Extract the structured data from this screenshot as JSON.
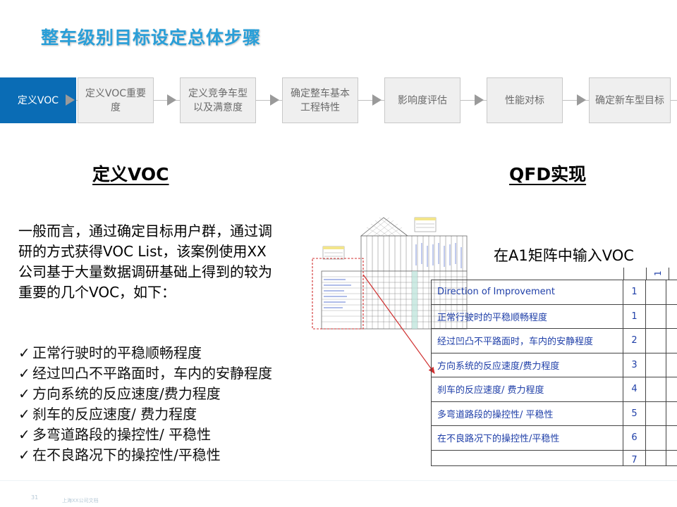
{
  "title": "整车级别目标设定总体步骤",
  "steps": [
    {
      "label": "定义VOC"
    },
    {
      "label": "定义VOC重要度"
    },
    {
      "label": "定义竞争车型以及满意度"
    },
    {
      "label": "确定整车基本工程特性"
    },
    {
      "label": "影响度评估"
    },
    {
      "label": "性能对标"
    },
    {
      "label": "确定新车型目标"
    }
  ],
  "left_heading": "定义VOC",
  "right_heading": "QFD实现",
  "intro": "一般而言，通过确定目标用户群，通过调研的方式获得VOC List，该案例使用XX公司基于大量数据调研基础上得到的较为重要的几个VOC，如下：",
  "check_mark": "✓",
  "voc_list": [
    "正常行驶时的平稳顺畅程度",
    "经过凹凸不平路面时，车内的安静程度",
    "方向系统的反应速度/费力程度",
    "刹车的反应速度/ 费力程度",
    "多弯道路段的操控性/ 平稳性",
    "在不良路况下的操控性/平稳性"
  ],
  "caption": "在A1矩阵中输入VOC",
  "qfd_table": {
    "top_number": "1",
    "rows": [
      {
        "text": "Direction of Improvement",
        "num": "1"
      },
      {
        "text": "正常行驶时的平稳顺畅程度",
        "num": "1"
      },
      {
        "text": "经过凹凸不平路面时，车内的安静程度",
        "num": "2"
      },
      {
        "text": "方向系统的反应速度/费力程度",
        "num": "3"
      },
      {
        "text": "刹车的反应速度/ 费力程度",
        "num": "4"
      },
      {
        "text": "多弯道路段的操控性/ 平稳性",
        "num": "5"
      },
      {
        "text": "在不良路况下的操控性/平稳性",
        "num": "6"
      },
      {
        "text": "",
        "num": "7"
      }
    ]
  },
  "page_number": "31",
  "footer": "上海XX公司文档",
  "colors": {
    "title": "#2a9fd8",
    "active_step": "#0a6cb5",
    "table_text": "#1f3fa8",
    "leader_line": "#d03030"
  }
}
